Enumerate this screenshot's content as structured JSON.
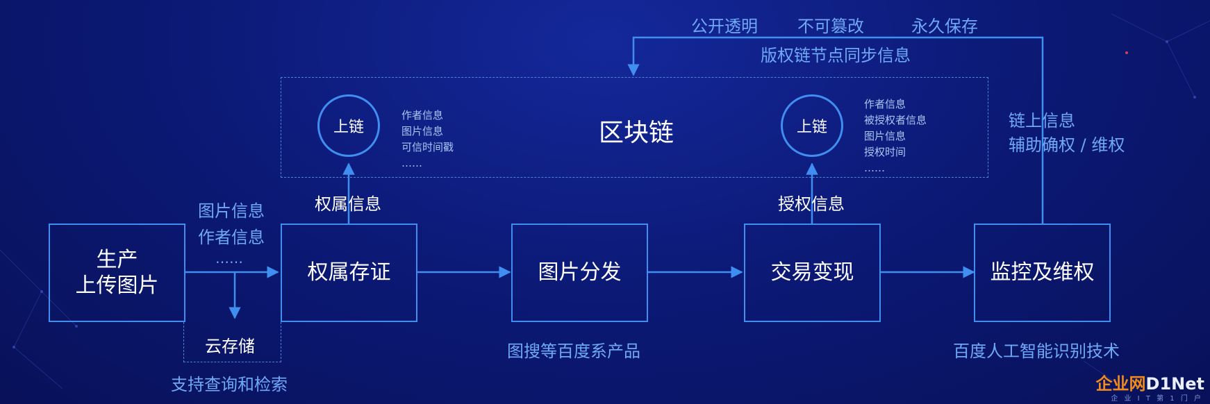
{
  "colors": {
    "line": "#3f8ef0",
    "accent_text": "#6fa8f5",
    "bg": "#0c1a78"
  },
  "top_labels": {
    "transparent": "公开透明",
    "immutable": "不可篡改",
    "permanent": "永久保存",
    "sync": "版权链节点同步信息"
  },
  "blockchain": {
    "title": "区块链",
    "left_node": {
      "label": "上链",
      "items": [
        "作者信息",
        "图片信息",
        "可信时间戳",
        "……"
      ]
    },
    "right_node": {
      "label": "上链",
      "items": [
        "作者信息",
        "被授权者信息",
        "图片信息",
        "授权时间",
        "……"
      ]
    }
  },
  "right_side": {
    "line1": "链上信息",
    "line2": "辅助确权 / 维权"
  },
  "flow": {
    "produce": {
      "line1": "生产",
      "line2": "上传图片"
    },
    "ownership": "权属存证",
    "distribute": "图片分发",
    "monetize": "交易变现",
    "monitor": "监控及维权"
  },
  "edge_labels": {
    "input": [
      "图片信息",
      "作者信息",
      "……"
    ],
    "ownership_info": "权属信息",
    "license_info": "授权信息"
  },
  "cloud": {
    "label": "云存储",
    "caption": "支持查询和检索"
  },
  "captions": {
    "distribute": "图搜等百度系产品",
    "monitor": "百度人工智能识别技术"
  },
  "watermark": {
    "part1": "企业网",
    "part2": "D1Net",
    "sub": "企 业 I T 第 1 门 户"
  }
}
